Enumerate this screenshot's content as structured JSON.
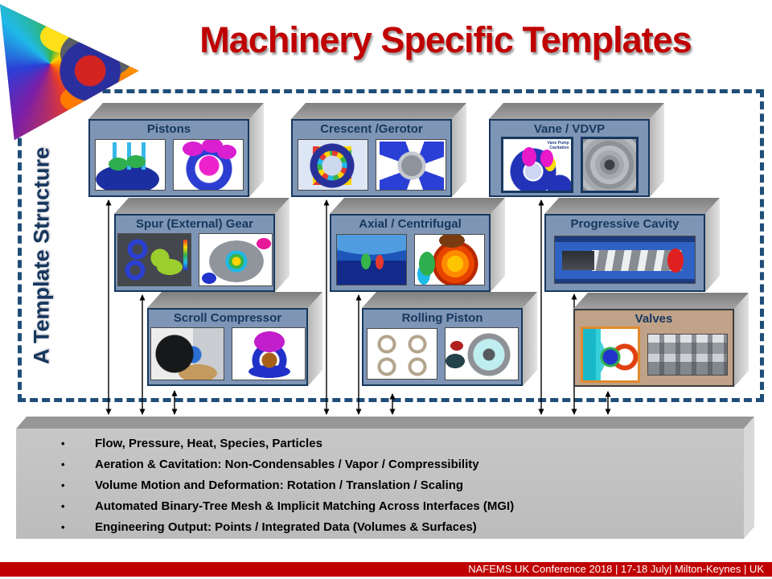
{
  "title": "Machinery Specific Templates",
  "side_label": "A Template Structure",
  "boxes": [
    {
      "id": "pistons",
      "label": "Pistons"
    },
    {
      "id": "crescent-gerotor",
      "label": "Crescent /Gerotor"
    },
    {
      "id": "vane-vdvp",
      "label": "Vane / VDVP"
    },
    {
      "id": "spur-external-gear",
      "label": "Spur (External) Gear"
    },
    {
      "id": "axial-centrifugal",
      "label": "Axial / Centrifugal"
    },
    {
      "id": "progressive-cavity",
      "label": "Progressive Cavity"
    },
    {
      "id": "scroll-compressor",
      "label": "Scroll Compressor"
    },
    {
      "id": "rolling-piston",
      "label": "Rolling Piston"
    },
    {
      "id": "valves",
      "label": "Valves"
    }
  ],
  "vane_caption": "Vane Pump Cavitation",
  "bullets": [
    "Flow,  Pressure, Heat, Species, Particles",
    "Aeration & Cavitation: Non-Condensables / Vapor / Compressibility",
    "Volume Motion and Deformation: Rotation / Translation / Scaling",
    "Automated Binary-Tree Mesh & Implicit Matching Across Interfaces (MGI)",
    "Engineering Output:  Points / Integrated Data (Volumes & Surfaces)"
  ],
  "bullet_char": "•",
  "footer": {
    "text": "NAFEMS UK  Conference 2018  | 17-18 July| Milton-Keynes | UK"
  },
  "colors": {
    "title_red": "#C00000",
    "footer_red": "#C00000",
    "box_face_blue": "#7E95B5",
    "box_border_navy": "#17375E",
    "valves_face_tan": "#BFA288",
    "dashed_border": "#1F4E79",
    "platform_gray": "#C0C0C0",
    "label_navy": "#17375E"
  }
}
